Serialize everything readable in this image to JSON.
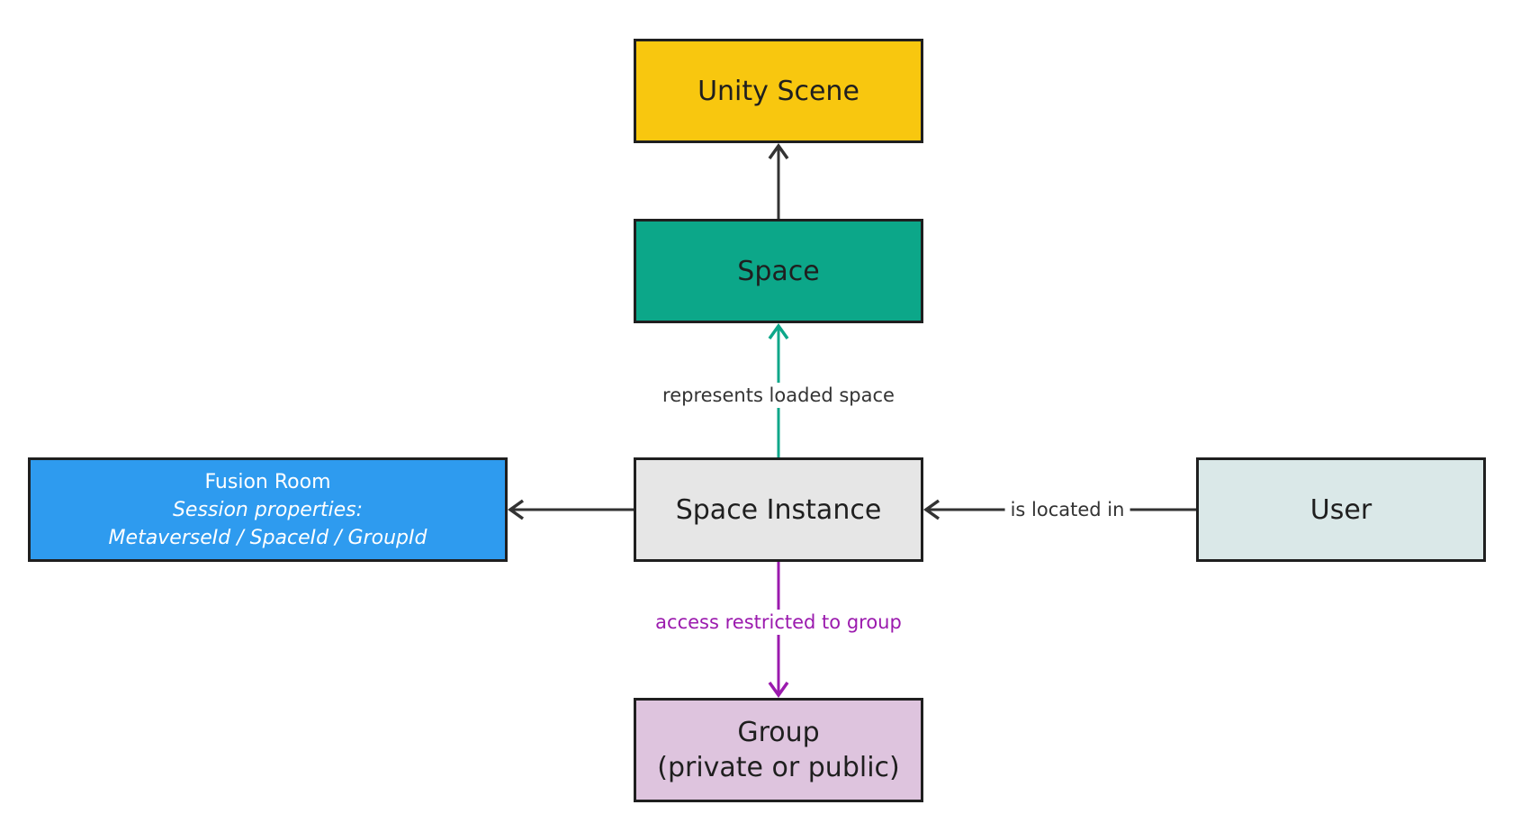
{
  "nodes": {
    "unity_scene": {
      "label": "Unity Scene",
      "fill": "#F8C70F"
    },
    "space": {
      "label": "Space",
      "fill": "#0CA789"
    },
    "space_instance": {
      "label": "Space Instance",
      "fill": "#E6E6E6"
    },
    "user": {
      "label": "User",
      "fill": "#DAE8E8"
    },
    "group": {
      "line1": "Group",
      "line2": "(private or public)",
      "fill": "#DEC4DE"
    },
    "fusion_room": {
      "line1": "Fusion Room",
      "line2": "Session properties:",
      "line3": "MetaverseId / SpaceId / GroupId",
      "fill": "#2E9BEF"
    }
  },
  "edges": {
    "space_to_unity": {
      "label": "",
      "color": "#333333"
    },
    "instance_to_space": {
      "label": "represents loaded space",
      "color": "#0CA789"
    },
    "user_to_instance": {
      "label": "is located in",
      "color": "#333333"
    },
    "instance_to_fusion": {
      "label": "",
      "color": "#333333"
    },
    "instance_to_group": {
      "label": "access restricted to group",
      "color": "#9B1AAE"
    }
  }
}
